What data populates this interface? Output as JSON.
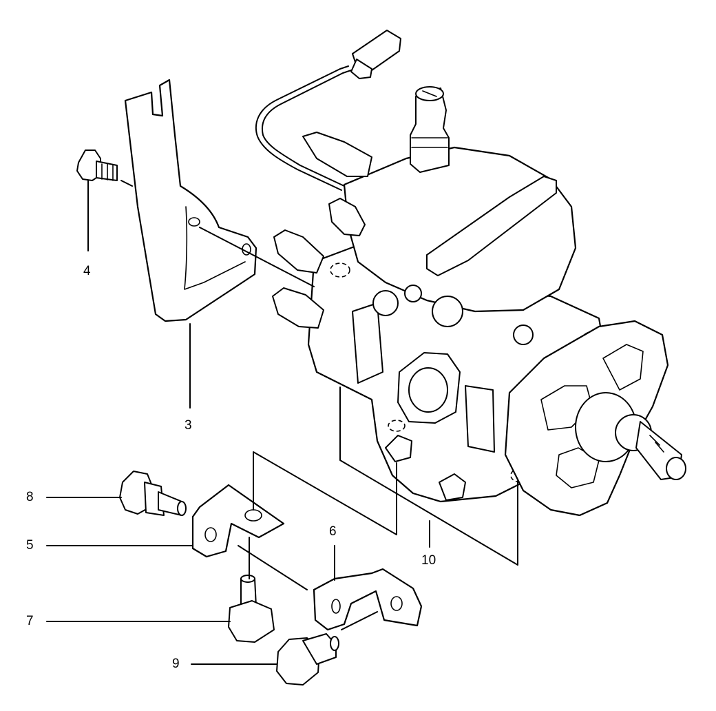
{
  "callouts": {
    "c3": "3",
    "c4": "4",
    "c5": "5",
    "c6": "6",
    "c7": "7",
    "c8": "8",
    "c9": "9",
    "c10": "10"
  }
}
